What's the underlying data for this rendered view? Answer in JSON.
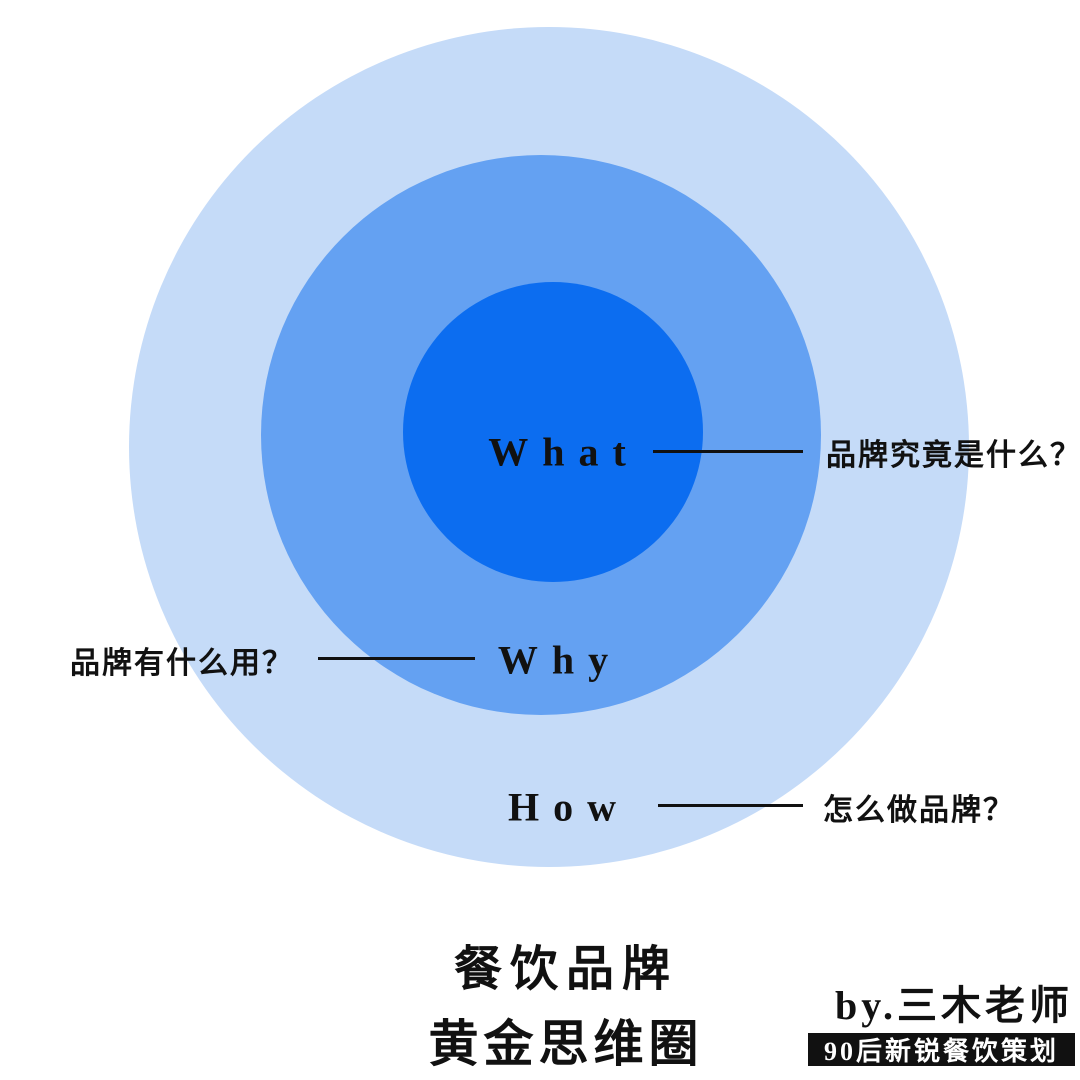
{
  "rings": [
    {
      "name": "outer",
      "label": "How",
      "annotation": "怎么做品牌？",
      "annotation_side": "right",
      "color": "#C5DBF8"
    },
    {
      "name": "middle",
      "label": "Why",
      "annotation": "品牌有什么用？",
      "annotation_side": "left",
      "color": "#64A1F2"
    },
    {
      "name": "inner",
      "label": "What",
      "annotation": "品牌究竟是什么？",
      "annotation_side": "right",
      "color": "#0C6DF0"
    }
  ],
  "title": {
    "line1": "餐饮品牌",
    "line2": "黄金思维圈"
  },
  "attribution": {
    "byline": "by.三木老师",
    "tagline": "90后新锐餐饮策划"
  },
  "colors": {
    "background": "#ffffff",
    "connector_line": "#111111",
    "text": "#111111",
    "tagline_bg": "#111111",
    "tagline_text": "#ffffff"
  }
}
